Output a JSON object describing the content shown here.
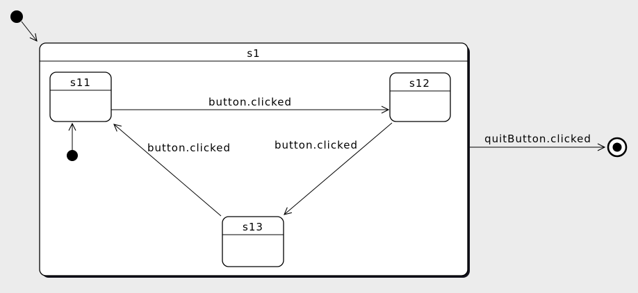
{
  "diagram": {
    "type": "uml-state-machine",
    "composite_state": {
      "label": "s1"
    },
    "states": {
      "s11": {
        "label": "s11"
      },
      "s12": {
        "label": "s12"
      },
      "s13": {
        "label": "s13"
      }
    },
    "pseudo_states": {
      "outer_initial": "initial",
      "inner_initial": "initial",
      "final": "final"
    },
    "transitions": {
      "s11_to_s12": {
        "label": "button.clicked"
      },
      "s12_to_s13": {
        "label": "button.clicked"
      },
      "s13_to_s11": {
        "label": "button.clicked"
      },
      "s1_to_final": {
        "label": "quitButton.clicked"
      }
    },
    "colors": {
      "background": "#ececec",
      "state_fill": "#ffffff",
      "line": "#000000",
      "shadow": "#12121c"
    }
  }
}
